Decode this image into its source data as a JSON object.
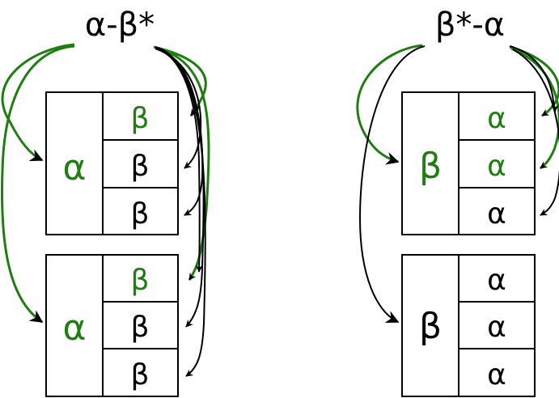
{
  "colors": {
    "green": "#1f7d12",
    "black": "#000000"
  },
  "diagrams": [
    {
      "title": "α-β*",
      "groups": [
        {
          "key": "α",
          "key_color": "green",
          "cells": [
            {
              "text": "β",
              "color": "green"
            },
            {
              "text": "β",
              "color": "black"
            },
            {
              "text": "β",
              "color": "black"
            }
          ]
        },
        {
          "key": "α",
          "key_color": "green",
          "cells": [
            {
              "text": "β",
              "color": "green"
            },
            {
              "text": "β",
              "color": "black"
            },
            {
              "text": "β",
              "color": "black"
            }
          ]
        }
      ]
    },
    {
      "title": "β*-α",
      "groups": [
        {
          "key": "β",
          "key_color": "green",
          "cells": [
            {
              "text": "α",
              "color": "green"
            },
            {
              "text": "α",
              "color": "green"
            },
            {
              "text": "α",
              "color": "black"
            }
          ]
        },
        {
          "key": "β",
          "key_color": "black",
          "cells": [
            {
              "text": "α",
              "color": "black"
            },
            {
              "text": "α",
              "color": "black"
            },
            {
              "text": "α",
              "color": "black"
            }
          ]
        }
      ]
    }
  ]
}
